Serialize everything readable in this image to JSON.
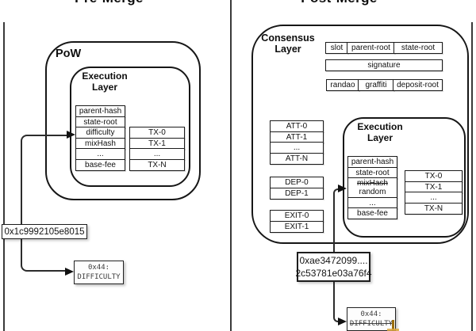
{
  "page": {
    "left_title": "Pre-Merge",
    "right_title": "Post-Merge"
  },
  "pre_merge": {
    "pow_label": "PoW",
    "execution_layer": {
      "title_line1": "Execution",
      "title_line2": "Layer",
      "fields": [
        "parent-hash",
        "state-root",
        "difficulty",
        "mixHash",
        "...",
        "base-fee"
      ],
      "transactions": [
        "TX-0",
        "TX-1",
        "...",
        "TX-N"
      ]
    },
    "difficulty_value": "0x1c9992105e8015",
    "storage_slot": {
      "address": "0x44:",
      "name": "DIFFICULTY"
    }
  },
  "post_merge": {
    "consensus_layer": {
      "title_line1": "Consensus",
      "title_line2": "Layer",
      "header_fields": [
        "slot",
        "parent-root",
        "state-root"
      ],
      "signature_label": "signature",
      "body_fields": [
        "randao",
        "graffiti",
        "deposit-root"
      ],
      "attestations": [
        "ATT-0",
        "ATT-1",
        "...",
        "ATT-N"
      ],
      "deposits": [
        "DEP-0",
        "DEP-1"
      ],
      "exits": [
        "EXIT-0",
        "EXIT-1"
      ]
    },
    "execution_layer": {
      "title_line1": "Execution",
      "title_line2": "Layer",
      "field_parent_hash": "parent-hash",
      "field_state_root": "state-root",
      "field_mixhash_struck": "mixHash",
      "field_random": "random",
      "field_ellipsis": "...",
      "field_base_fee": "base-fee",
      "transactions": [
        "TX-0",
        "TX-1",
        "...",
        "TX-N"
      ]
    },
    "random_value": {
      "line1": "0xae3472099....",
      "line2": "2c53781e03a76f4"
    },
    "storage_slot": {
      "address": "0x44:",
      "name": "DIFFICULTY"
    }
  }
}
